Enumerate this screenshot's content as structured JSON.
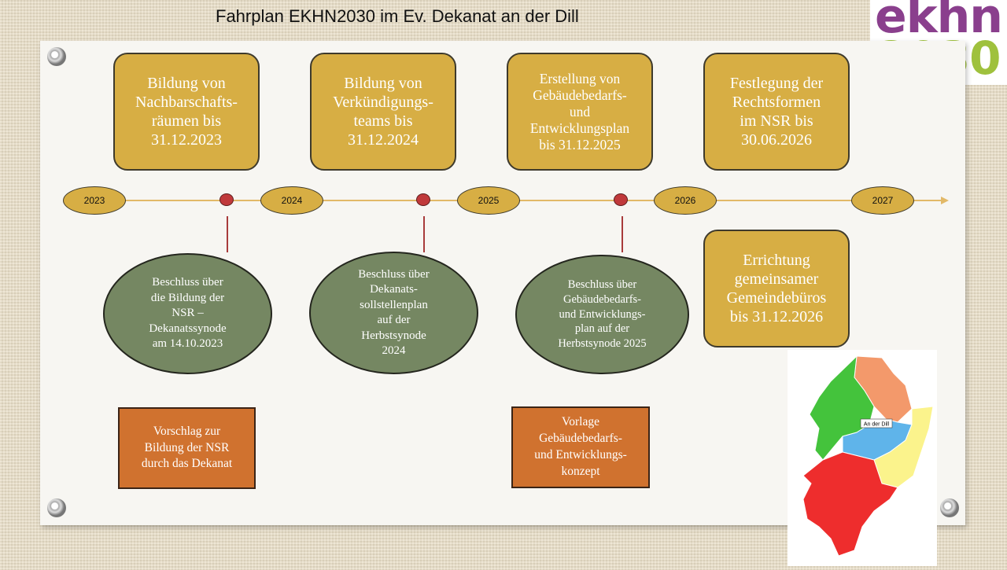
{
  "title": "Fahrplan EKHN2030 im Ev. Dekanat an der Dill",
  "logo": {
    "line1": "ekhn",
    "line2": "2030"
  },
  "milestones_top": [
    "Bildung von\nNachbarschafts-\nräumen bis\n31.12.2023",
    "Bildung von\nVerkündigungs-\nteams bis\n31.12.2024",
    "Erstellung von\nGebäudebedarfs-\nund\nEntwicklungsplan\nbis 31.12.2025",
    "Festlegung der\nRechtsformen\nim NSR bis\n30.06.2026"
  ],
  "milestone_bottom": "Errichtung\ngemeinsamer\nGemeindebüros\nbis 31.12.2026",
  "years": [
    "2023",
    "2024",
    "2025",
    "2026",
    "2027"
  ],
  "decisions": [
    "Beschluss über\ndie Bildung der\nNSR –\nDekanatssynode\nam 14.10.2023",
    "Beschluss über\nDekanats-\nsollstellenplan\nauf der\nHerbstsynode\n2024",
    "Beschluss über\nGebäudebedarfs-\nund Entwicklungs-\nplan auf der\nHerbstsynode 2025"
  ],
  "proposals": [
    "Vorschlag zur\nBildung der NSR\ndurch das Dekanat",
    "Vorlage\nGebäudebedarfs-\nund Entwicklungs-\nkonzept"
  ],
  "map": {
    "label": "An der Dill"
  },
  "colors": {
    "milestone": "#d7ae44",
    "decision": "#758762",
    "proposal": "#d0722f",
    "timeline_dot": "#c0393b",
    "logo_purple": "#8a3f8d",
    "logo_green": "#9fc13d"
  }
}
